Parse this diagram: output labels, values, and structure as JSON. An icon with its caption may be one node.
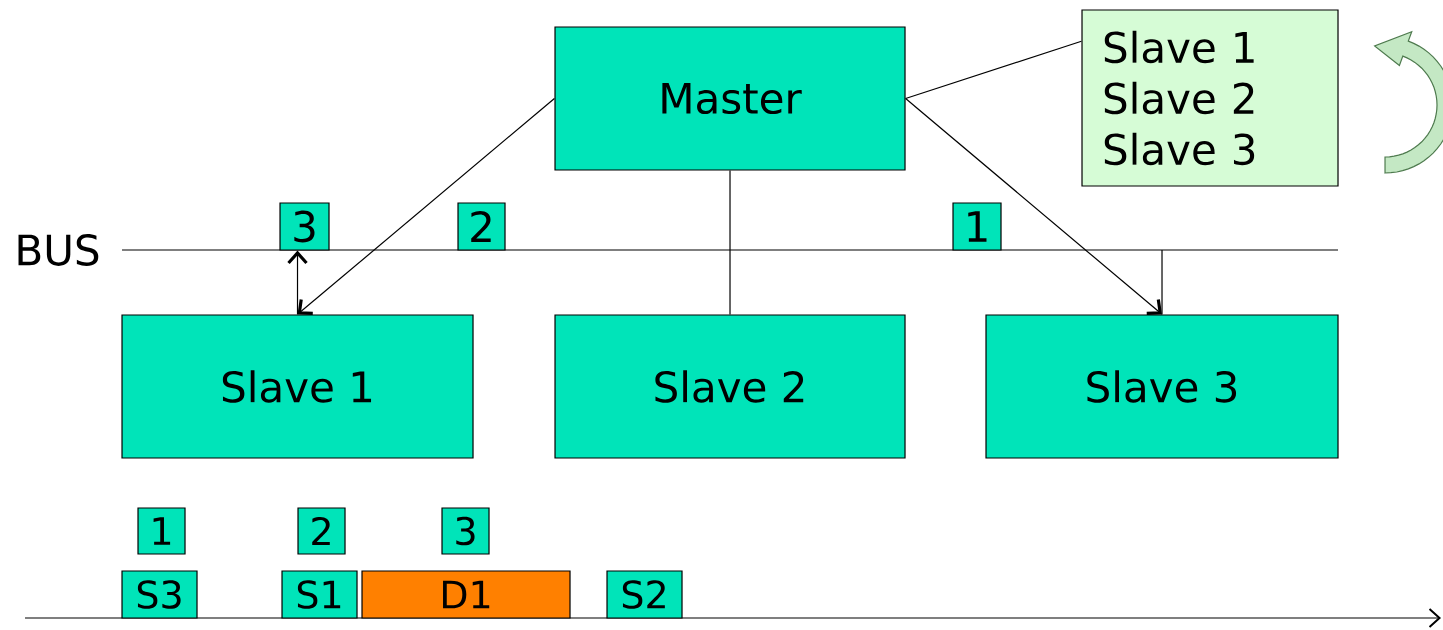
{
  "diagram": {
    "nodes": [
      {
        "text": [
          "Master"
        ]
      },
      {
        "text": [
          "Slave 1",
          "Slave 2",
          "Slave 3"
        ]
      },
      {
        "text": [
          "3"
        ]
      },
      {
        "text": [
          "2"
        ]
      },
      {
        "text": [
          "1"
        ]
      },
      {
        "text": [
          "Slave 1"
        ]
      },
      {
        "text": [
          "Slave 2"
        ]
      },
      {
        "text": [
          "Slave 3"
        ]
      },
      {
        "text": [
          "1"
        ]
      },
      {
        "text": [
          "2"
        ]
      },
      {
        "text": [
          "3"
        ]
      },
      {
        "text": [
          "S3"
        ]
      },
      {
        "text": [
          "S1"
        ]
      },
      {
        "text": [
          "D1"
        ]
      },
      {
        "text": [
          "S2"
        ]
      }
    ],
    "edges": [
      {
        "from": 0,
        "to": 5,
        "arrow": "to"
      },
      {
        "from": 0,
        "to": 7,
        "arrow": "to"
      },
      {
        "from": 0,
        "to": 6,
        "arrow": "none"
      },
      {
        "from": 0,
        "to": 1,
        "arrow": "none"
      },
      {
        "from": 5,
        "to": 2,
        "arrow": "to"
      },
      {
        "from": 7,
        "to": null,
        "arrow": "none"
      }
    ],
    "labels": [
      "BUS"
    ]
  }
}
